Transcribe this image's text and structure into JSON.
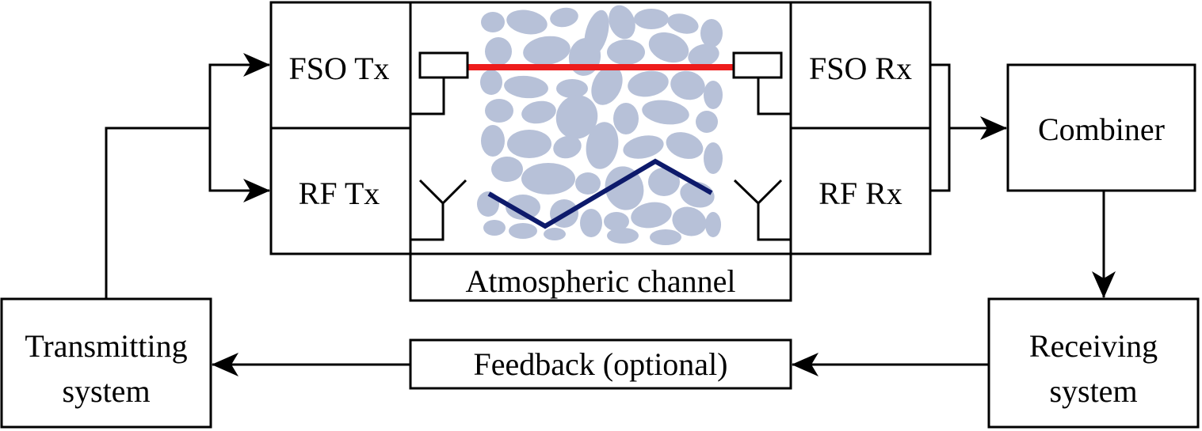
{
  "blocks": {
    "fso_tx": "FSO Tx",
    "rf_tx": "RF Tx",
    "fso_rx": "FSO Rx",
    "rf_rx": "RF Rx",
    "channel": "Atmospheric channel",
    "combiner": "Combiner",
    "receiving_line1": "Receiving",
    "receiving_line2": "system",
    "transmitting_line1": "Transmitting",
    "transmitting_line2": "system",
    "feedback": "Feedback (optional)"
  },
  "colors": {
    "fso_beam": "#ee1c1c",
    "rf_wave": "#0d1a6b",
    "turbulence": "#b7c1d8"
  },
  "icons": [
    "antenna-icon",
    "laser-aperture-icon",
    "arrow-icon"
  ]
}
